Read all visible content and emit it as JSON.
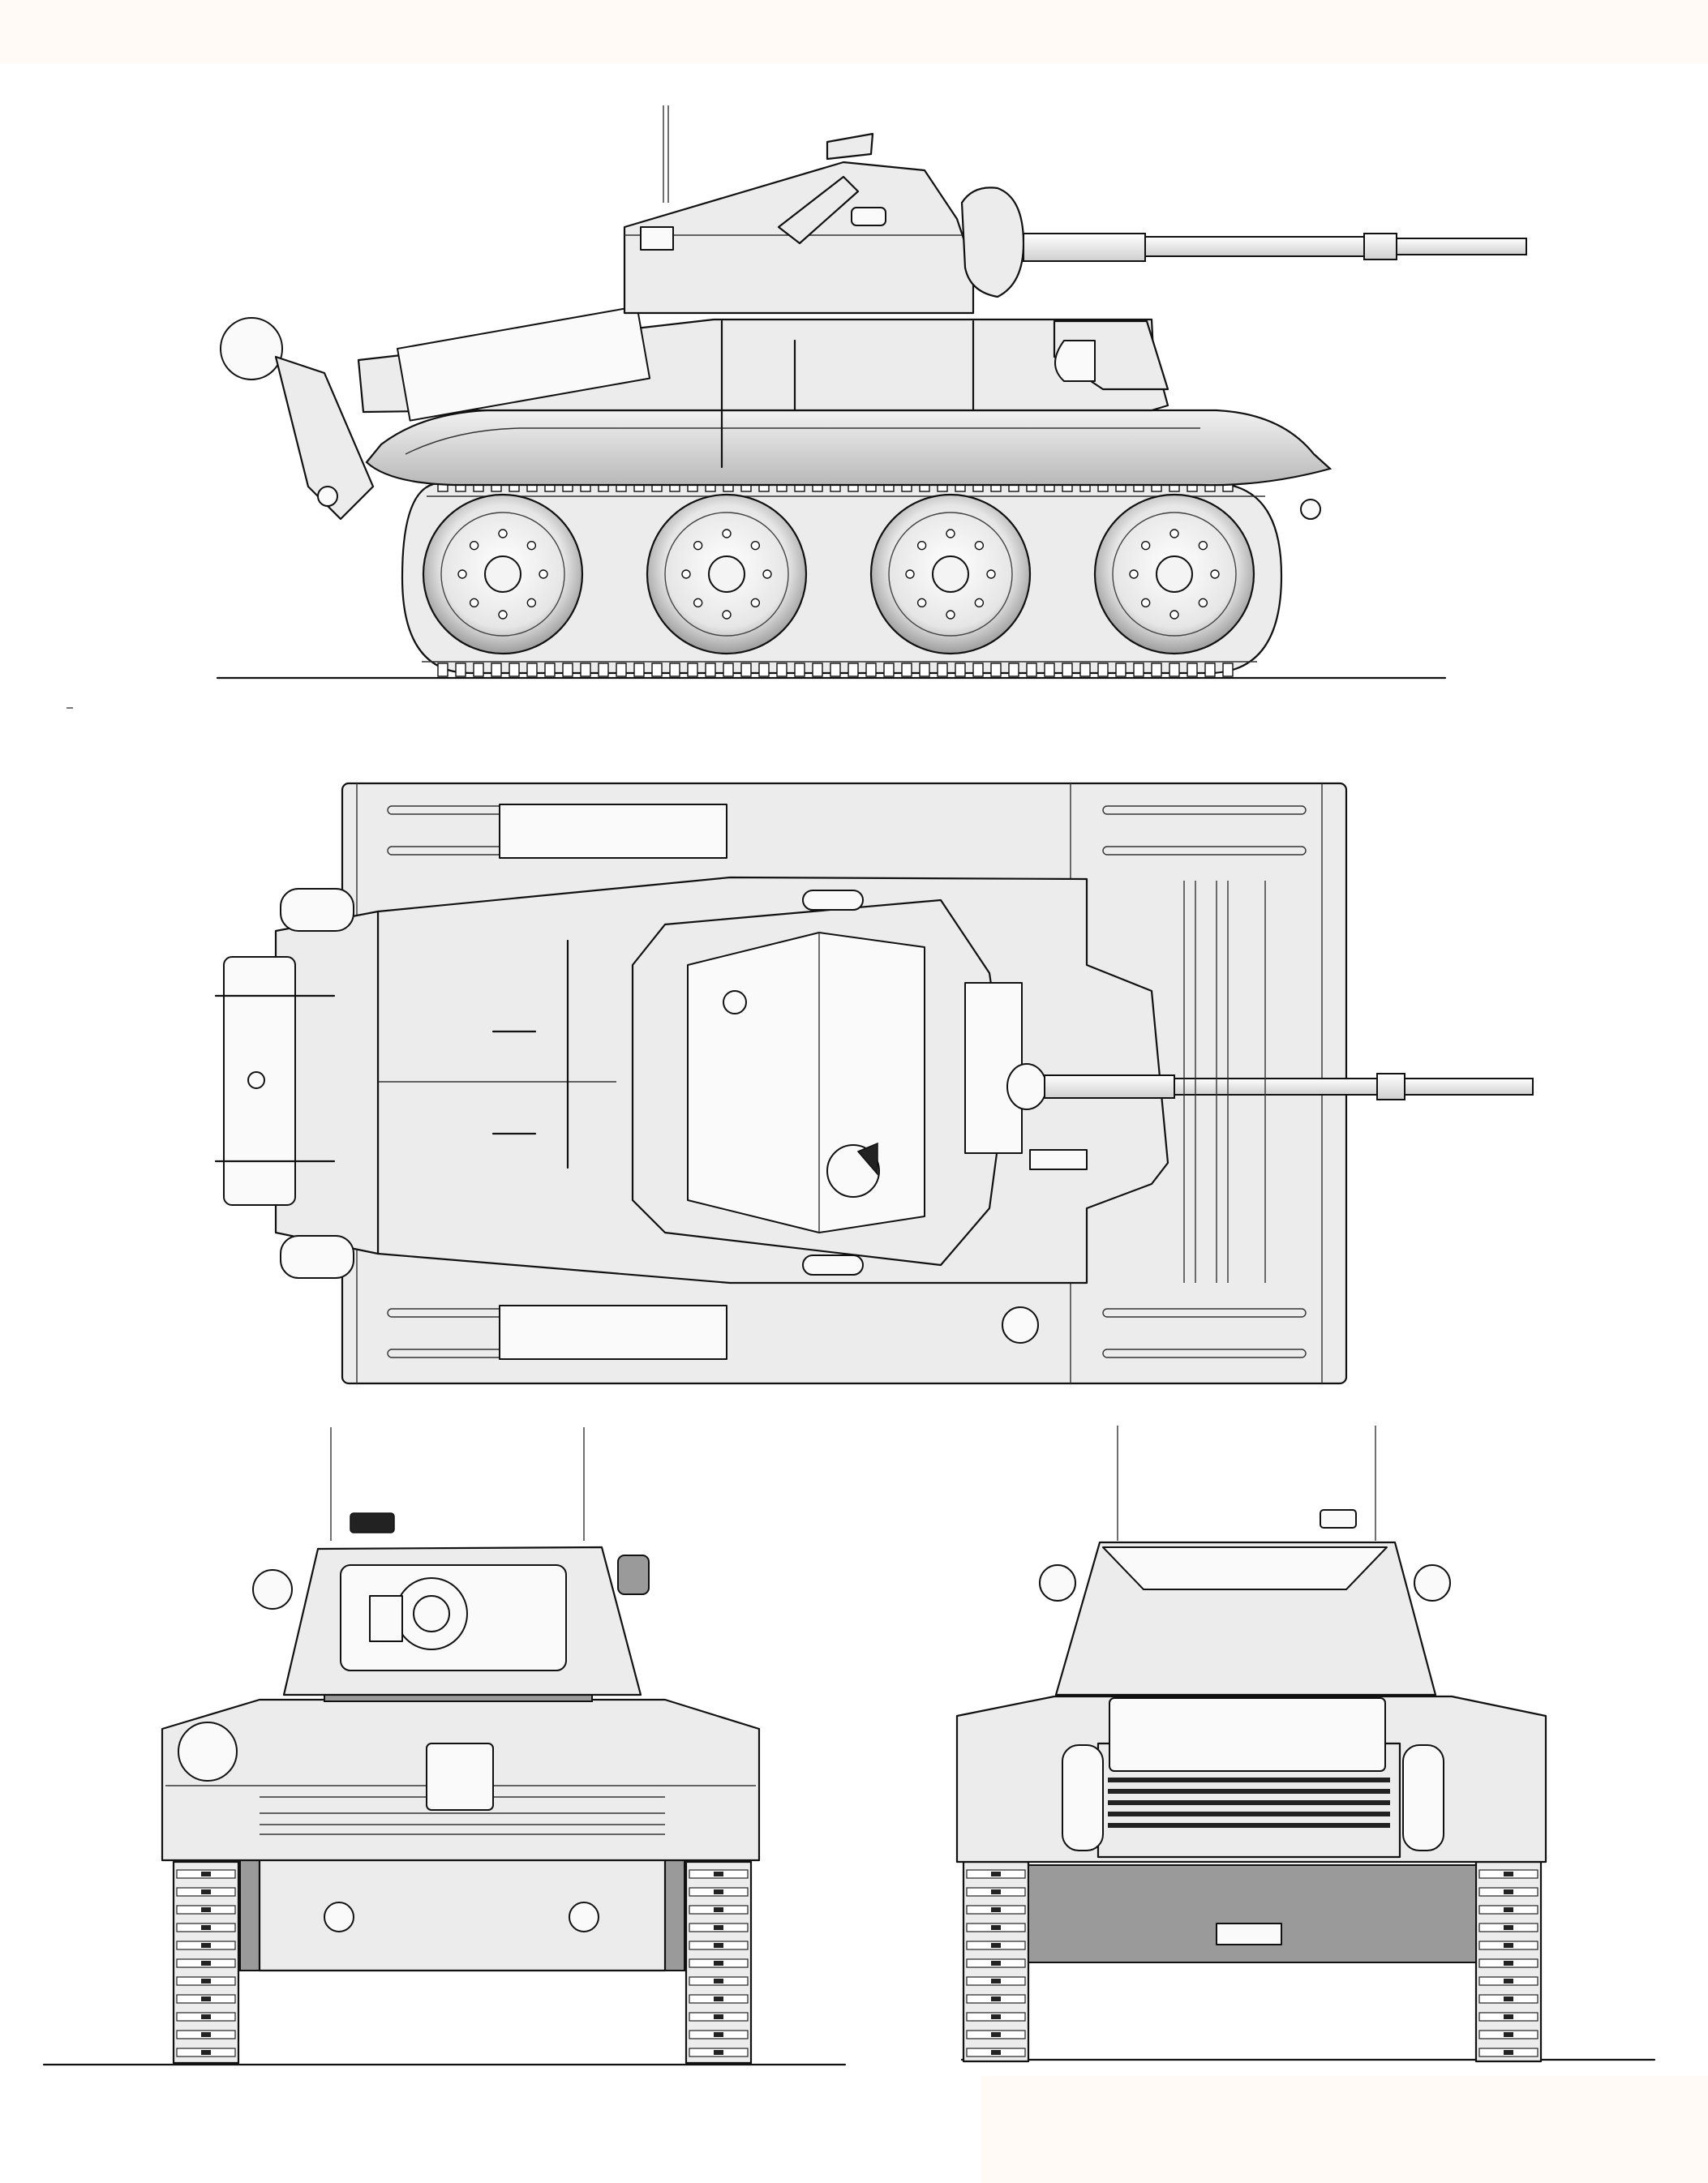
{
  "drawing": {
    "title": "",
    "views": [
      {
        "name": "side-view"
      },
      {
        "name": "top-view"
      },
      {
        "name": "front-view"
      },
      {
        "name": "rear-view"
      }
    ]
  },
  "colors": {
    "background": "#ffffff",
    "border_band": "#fffaf6",
    "line": "#111111",
    "hull_fill": "#ececec",
    "shadow_fill": "#9a9a9a",
    "dark_fill": "#222222"
  },
  "road_wheels": 4
}
